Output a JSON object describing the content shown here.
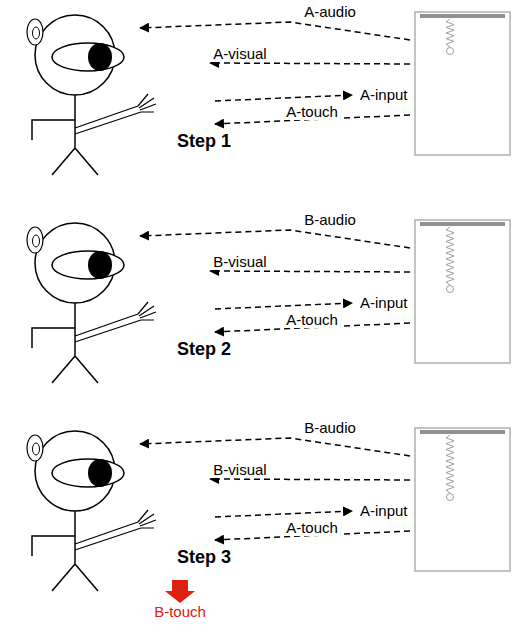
{
  "diagram": {
    "labels": [
      "A-audio",
      "A-visual",
      "A-input",
      "A-touch",
      "Step 1",
      "B-audio",
      "B-visual",
      "A-input",
      "A-touch",
      "Step 2",
      "B-audio",
      "B-visual",
      "A-input",
      "A-touch",
      "Step 3",
      "B-touch"
    ]
  }
}
